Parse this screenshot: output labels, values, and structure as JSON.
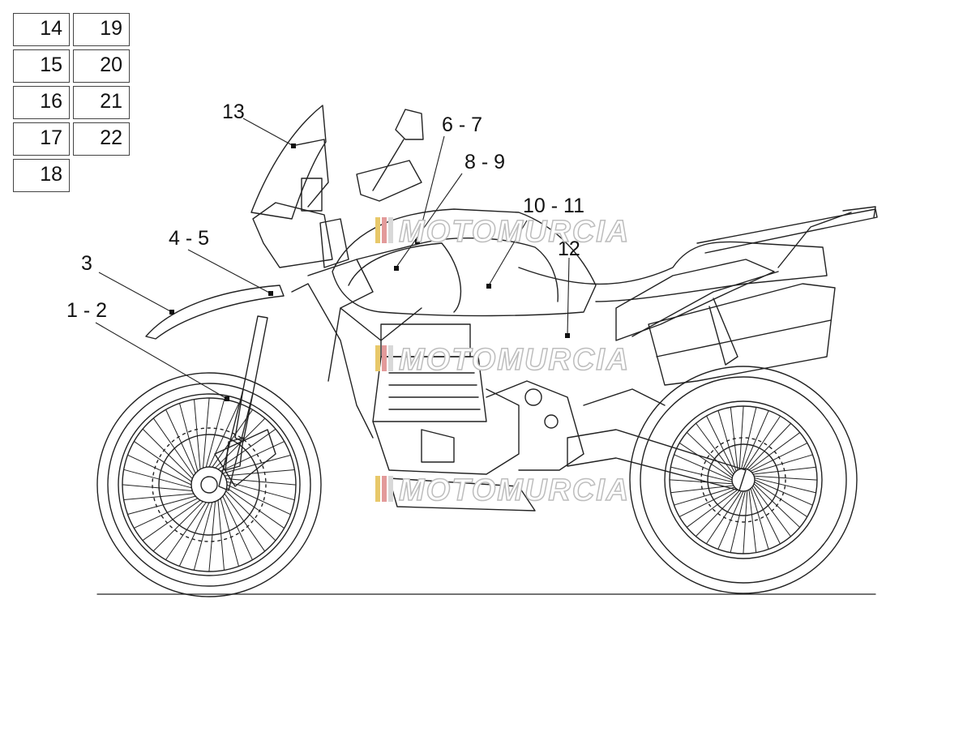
{
  "reference_boxes": [
    [
      "14",
      "19"
    ],
    [
      "15",
      "20"
    ],
    [
      "16",
      "21"
    ],
    [
      "17",
      "22"
    ],
    [
      "18",
      ""
    ]
  ],
  "callouts": {
    "c13": "13",
    "c67": "6 - 7",
    "c89": "8 - 9",
    "c1011": "10 - 11",
    "c12": "12",
    "c45": "4 - 5",
    "c3": "3",
    "c12b": "1 - 2"
  },
  "watermark": "MOTOMURCIA",
  "colors": {
    "line": "#222222",
    "watermark": "#cfcfcf"
  }
}
